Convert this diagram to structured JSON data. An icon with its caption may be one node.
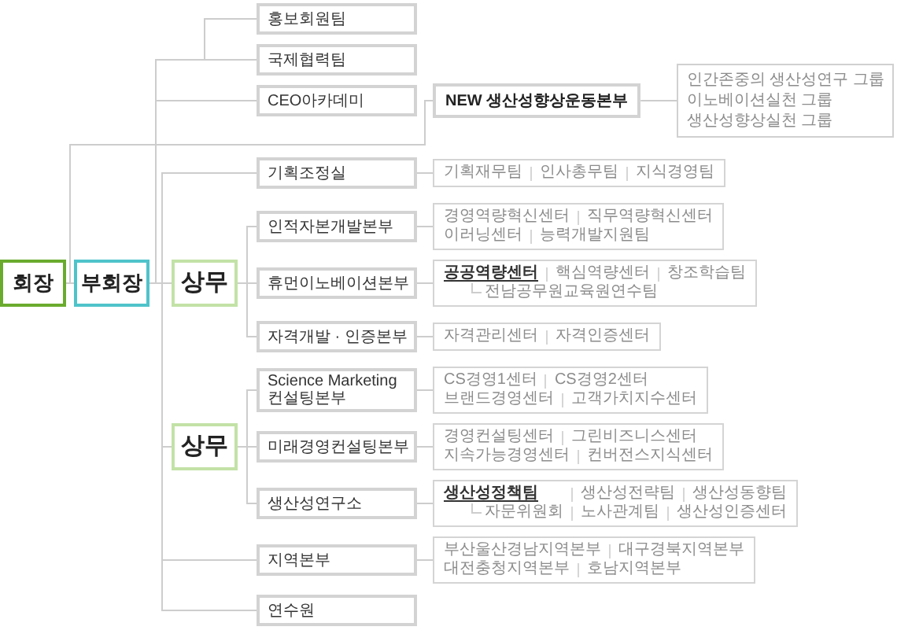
{
  "diagram": {
    "nodes": [
      {
        "text": [
          "회장"
        ]
      },
      {
        "text": [
          "부회장"
        ]
      },
      {
        "text": [
          "홍보회원팀"
        ]
      },
      {
        "text": [
          "국제협력팀"
        ]
      },
      {
        "text": [
          "CEO아카데미"
        ]
      },
      {
        "text": [
          "NEW 생산성향상운동본부"
        ]
      },
      {
        "text": [
          "인간존중의 생산성연구 그룹",
          "이노베이션실천 그룹",
          "생산성향상실천 그룹"
        ]
      },
      {
        "text": [
          "기획조정실"
        ]
      },
      {
        "text": [
          "기획재무팀",
          "인사총무팀",
          "지식경영팀"
        ]
      },
      {
        "text": [
          "상무"
        ]
      },
      {
        "text": [
          "인적자본개발본부"
        ]
      },
      {
        "text": [
          "경영역량혁신센터",
          "직무역량혁신센터",
          "이러닝센터",
          "능력개발지원팀"
        ]
      },
      {
        "text": [
          "휴먼이노베이션본부"
        ]
      },
      {
        "text": [],
        "shape": "box"
      },
      {
        "text": [
          "공공역량센터"
        ],
        "in": 13
      },
      {
        "text": [
          "핵심역량센터"
        ],
        "in": 13
      },
      {
        "text": [
          "창조학습팀"
        ],
        "in": 13
      },
      {
        "text": [
          "전남공무원교육원연수팀"
        ],
        "in": 13
      },
      {
        "text": [
          "자격개발 · 인증본부"
        ]
      },
      {
        "text": [
          "자격관리센터",
          "자격인증센터"
        ]
      },
      {
        "text": [
          "상무"
        ]
      },
      {
        "text": [
          "Science Marketing 컨설팅본부"
        ]
      },
      {
        "text": [
          "CS경영1센터",
          "CS경영2센터",
          "브랜드경영센터",
          "고객가치지수센터"
        ]
      },
      {
        "text": [
          "미래경영컨설팅본부"
        ]
      },
      {
        "text": [
          "경영컨설팅센터",
          "그린비즈니스센터",
          "지속가능경영센터",
          "컨버전스지식센터"
        ]
      },
      {
        "text": [
          "생산성연구소"
        ]
      },
      {
        "text": [],
        "shape": "box"
      },
      {
        "text": [
          "생산성정책팀"
        ],
        "in": 26
      },
      {
        "text": [
          "생산성전략팀"
        ],
        "in": 26
      },
      {
        "text": [
          "생산성동향팀"
        ],
        "in": 26
      },
      {
        "text": [
          "노사관계팀"
        ],
        "in": 26
      },
      {
        "text": [
          "생산성인증센터"
        ],
        "in": 26
      },
      {
        "text": [
          "자문위원회"
        ],
        "in": 26
      },
      {
        "text": [
          "지역본부"
        ]
      },
      {
        "text": [
          "부산울산경남지역본부",
          "대구경북지역본부",
          "대전충청지역본부",
          "호남지역본부"
        ]
      },
      {
        "text": [
          "연수원"
        ]
      }
    ],
    "edges": [
      {
        "from": 0,
        "to": 1,
        "arrow": "none"
      },
      {
        "from": 0,
        "to": 5,
        "arrow": "none"
      },
      {
        "from": 1,
        "to": 2,
        "arrow": "none"
      },
      {
        "from": 1,
        "to": 3,
        "arrow": "none"
      },
      {
        "from": 1,
        "to": 4,
        "arrow": "none"
      },
      {
        "from": 5,
        "to": 6,
        "arrow": "none"
      },
      {
        "from": 1,
        "to": 7,
        "arrow": "none"
      },
      {
        "from": 7,
        "to": 8,
        "arrow": "none"
      },
      {
        "from": 1,
        "to": 9,
        "arrow": "none"
      },
      {
        "from": 9,
        "to": 10,
        "arrow": "none"
      },
      {
        "from": 10,
        "to": 11,
        "arrow": "none"
      },
      {
        "from": 9,
        "to": 12,
        "arrow": "none"
      },
      {
        "from": 12,
        "to": 13,
        "arrow": "none"
      },
      {
        "from": 14,
        "to": 17,
        "arrow": "none"
      },
      {
        "from": 9,
        "to": 18,
        "arrow": "none"
      },
      {
        "from": 18,
        "to": 19,
        "arrow": "none"
      },
      {
        "from": 1,
        "to": 20,
        "arrow": "none"
      },
      {
        "from": 20,
        "to": 21,
        "arrow": "none"
      },
      {
        "from": 21,
        "to": 22,
        "arrow": "none"
      },
      {
        "from": 20,
        "to": 23,
        "arrow": "none"
      },
      {
        "from": 23,
        "to": 24,
        "arrow": "none"
      },
      {
        "from": 20,
        "to": 25,
        "arrow": "none"
      },
      {
        "from": 25,
        "to": 26,
        "arrow": "none"
      },
      {
        "from": 27,
        "to": 32,
        "arrow": "none"
      },
      {
        "from": 1,
        "to": 33,
        "arrow": "none"
      },
      {
        "from": 33,
        "to": 34,
        "arrow": "none"
      },
      {
        "from": 1,
        "to": 35,
        "arrow": "none"
      }
    ]
  }
}
